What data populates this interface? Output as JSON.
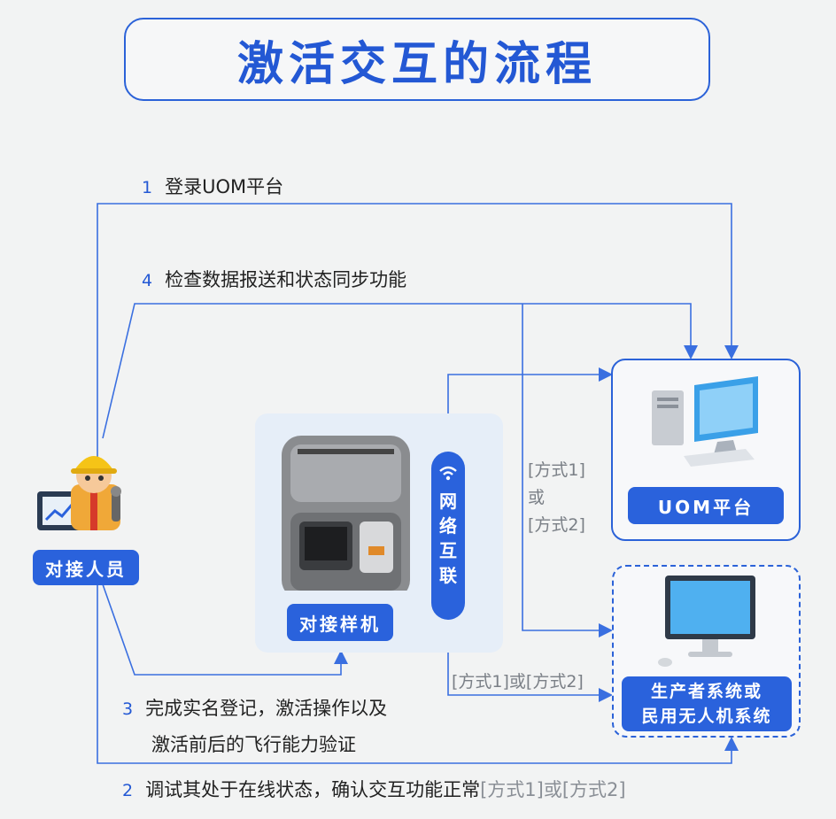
{
  "title": "激活交互的流程",
  "steps": {
    "s1": {
      "num": "1",
      "text": "登录UOM平台"
    },
    "s4": {
      "num": "4",
      "text": "检查数据报送和状态同步功能"
    },
    "s3": {
      "num": "3",
      "line1": "完成实名登记，激活操作以及",
      "line2": "激活前后的飞行能力验证"
    },
    "s2": {
      "num": "2",
      "text": "调试其处于在线状态，确认交互功能正常",
      "alt": "[方式1]或[方式2]"
    }
  },
  "nodes": {
    "operator": "对接人员",
    "sample": "对接样机",
    "network": [
      "网",
      "络",
      "互",
      "联"
    ],
    "uom": "UOM平台",
    "producer_line1": "生产者系统或",
    "producer_line2": "民用无人机系统"
  },
  "notes": {
    "mode1": "[方式1]",
    "or": "或",
    "mode2": "[方式2]",
    "bottom": "[方式1]或[方式2]"
  },
  "colors": {
    "accent": "#2a62dc",
    "line": "#3a6fe0",
    "muted": "#7a7f86"
  },
  "icons": [
    "worker-icon",
    "drone-case-icon",
    "wifi-icon",
    "desktop-computer-icon",
    "monitor-icon"
  ]
}
